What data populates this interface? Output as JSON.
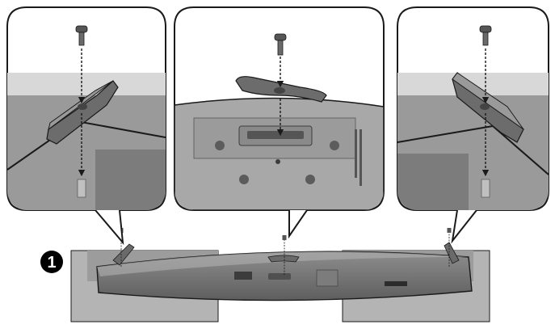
{
  "step": {
    "number": "1"
  },
  "colors": {
    "background": "#ffffff",
    "outline": "#1a1a1a",
    "wall_gray": "#8c8c8c",
    "shelf_gray": "#9e9e9e",
    "speaker_dark": "#6e6e6e",
    "bracket_gray": "#7a7a7a"
  },
  "callouts": {
    "left": {
      "part": "bracket-left",
      "view": "close-up"
    },
    "center": {
      "part": "bracket-center",
      "view": "close-up"
    },
    "right": {
      "part": "bracket-right",
      "view": "close-up"
    }
  },
  "icons": [
    "screw-icon",
    "holder-icon",
    "dashed-arrow-icon",
    "step-number-icon"
  ]
}
